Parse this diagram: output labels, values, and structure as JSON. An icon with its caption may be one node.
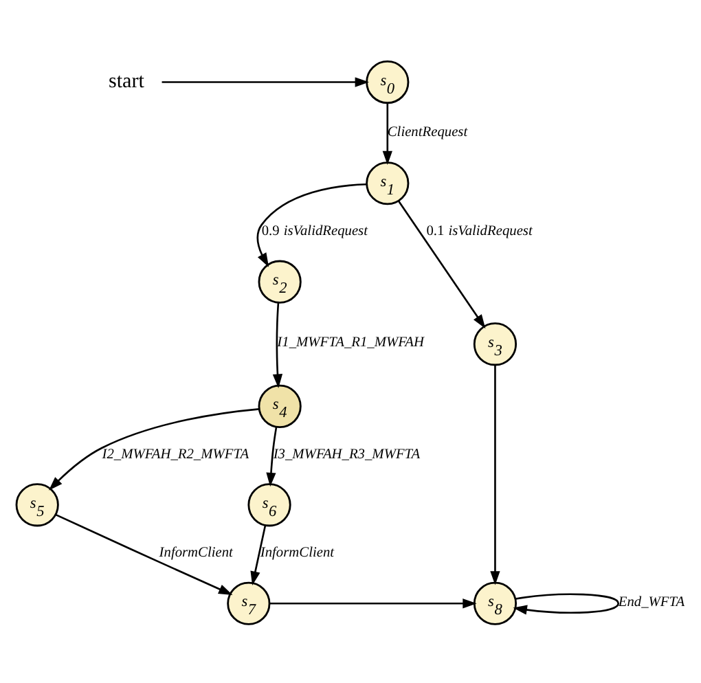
{
  "diagram": {
    "nodes": [
      {
        "text": [
          "start"
        ]
      },
      {
        "text": [
          "s$_{0}$"
        ]
      },
      {
        "text": [
          "s$_{1}$"
        ]
      },
      {
        "text": [
          "s$_{2}$"
        ]
      },
      {
        "text": [
          "s$_{3}$"
        ]
      },
      {
        "text": [
          "s$_{4}$"
        ]
      },
      {
        "text": [
          "s$_{5}$"
        ]
      },
      {
        "text": [
          "s$_{6}$"
        ]
      },
      {
        "text": [
          "s$_{7}$"
        ]
      },
      {
        "text": [
          "s$_{8}$"
        ]
      }
    ],
    "edges": [
      {
        "from": 0,
        "to": 1,
        "arrow": "to"
      },
      {
        "from": 1,
        "to": 2,
        "arrow": "to",
        "label": "ClientRequest"
      },
      {
        "from": 2,
        "to": 4,
        "arrow": "to",
        "label": "0.1 *isValidRequest*"
      },
      {
        "from": 2,
        "to": 3,
        "arrow": "to",
        "label": "0.9 *isValidRequest*"
      },
      {
        "from": 3,
        "to": 5,
        "arrow": "to",
        "label": "I1_MWFTA_R1_MWFAH"
      },
      {
        "from": 4,
        "to": 9,
        "arrow": "to"
      },
      {
        "from": 5,
        "to": 6,
        "arrow": "to",
        "label": "I2_MWFAH_R2_MWFTA"
      },
      {
        "from": 5,
        "to": 7,
        "arrow": "to",
        "label": "I3_MWFAH_R3_MWFTA"
      },
      {
        "from": 7,
        "to": 8,
        "arrow": "to",
        "label": "InformClient"
      },
      {
        "from": 6,
        "to": 8,
        "arrow": "to",
        "label": "InformClient"
      },
      {
        "from": 8,
        "to": 9,
        "arrow": "to"
      },
      {
        "from": 9,
        "to": 9,
        "arrow": "to",
        "label": "End_WFTA"
      }
    ]
  }
}
